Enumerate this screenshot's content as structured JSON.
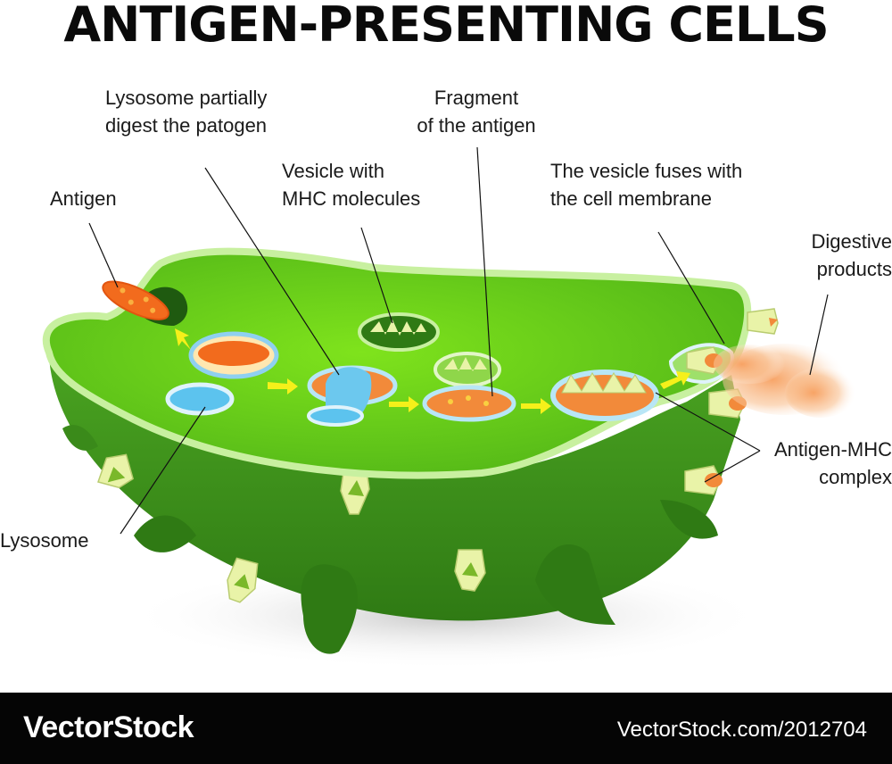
{
  "title": "ANTIGEN-PRESENTING CELLS",
  "labels": {
    "lysosome_digest": [
      "Lysosome partially",
      "digest the patogen"
    ],
    "fragment": [
      "Fragment",
      "of the antigen"
    ],
    "vesicle_mhc": [
      "Vesicle with",
      "MHC molecules"
    ],
    "vesicle_fuses": [
      "The vesicle fuses with",
      "the cell  membrane"
    ],
    "antigen": "Antigen",
    "digestive": [
      "Digestive",
      "products"
    ],
    "antigen_mhc": [
      "Antigen-MHC",
      "complex"
    ],
    "lysosome": "Lysosome"
  },
  "footer": {
    "brand": "VectorStock",
    "url": "VectorStock.com/2012704"
  },
  "colors": {
    "cell_top": "#6fd11e",
    "cell_side": "#3f8f1c",
    "cell_rim": "#c8f0a0",
    "antigen": "#f26b1d",
    "lysosome": "#5cc3ee",
    "mhc": "#e6f2a0",
    "arrow": "#f5f01a",
    "footer_bg": "#050505"
  }
}
